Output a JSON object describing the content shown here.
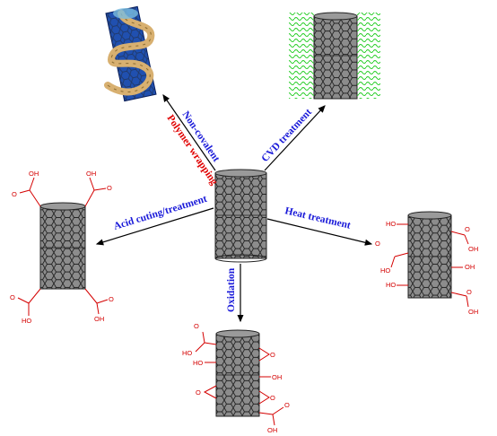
{
  "colors": {
    "blue_label": "#1a1ad9",
    "red_label": "#e00000",
    "chem_red": "#d40000",
    "tube_fill": "#8c8c8c",
    "tube_line": "#222222",
    "cvd_green": "#22cc22",
    "polymer_bead": "#d8b070",
    "polymer_tube": "#2050b0"
  },
  "labels": {
    "noncovalent": "Non-covalent",
    "polymer_wrapping": "Polymer wrapping",
    "cvd": "CVD treatment",
    "acid": "Acid cuting/treatment",
    "heat": "Heat treatment",
    "oxidation": "Oxidation"
  },
  "chem": {
    "oh": "OH",
    "o": "O",
    "ho": "HO"
  },
  "icons": {
    "polymer": "polymer-wrapped-nanotube-icon",
    "cvd": "cvd-nanotube-icon",
    "center": "pristine-nanotube-icon"
  }
}
